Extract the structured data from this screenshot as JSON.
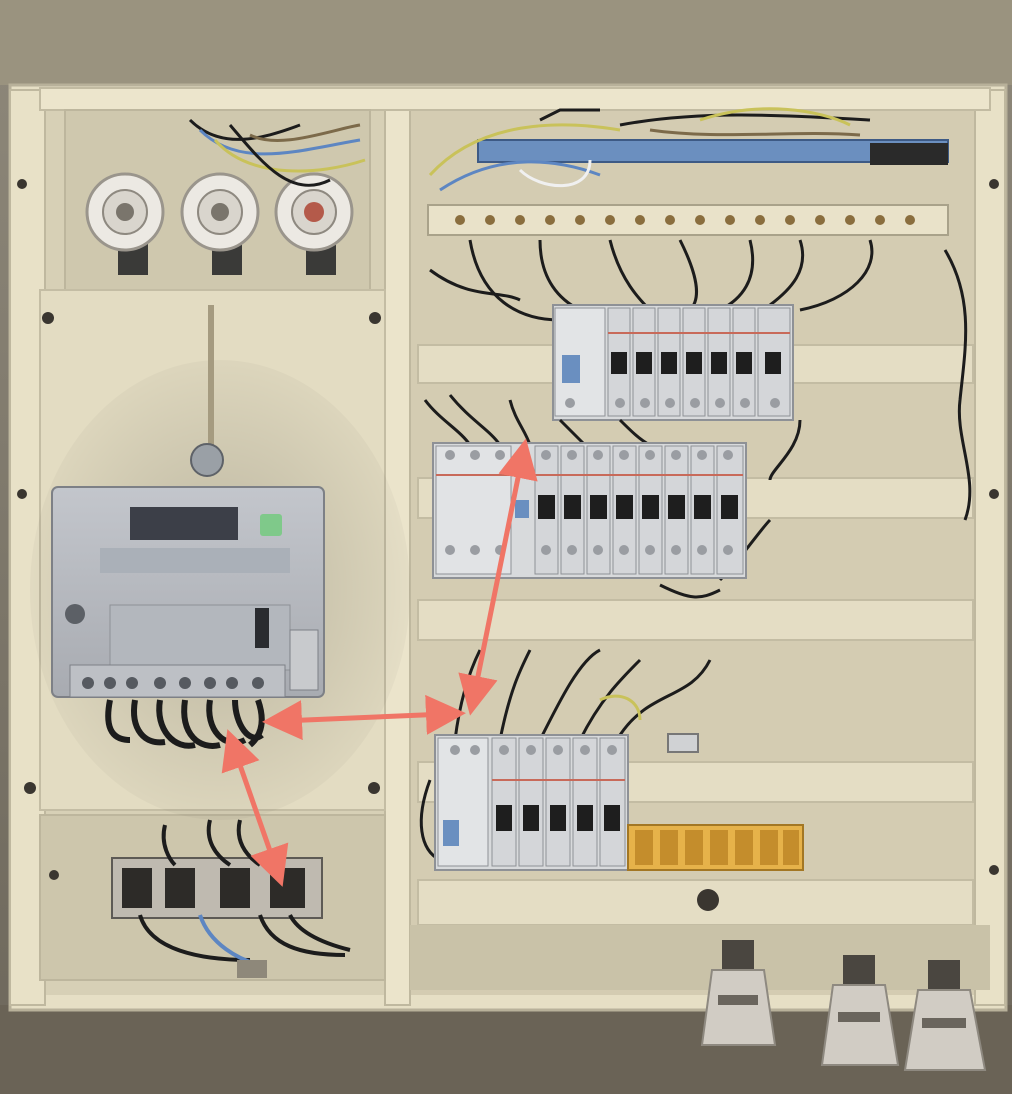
{
  "scene": {
    "description_free": true
  },
  "colors": {
    "wall": "#8a8474",
    "cabinet_frame": "#e9e2c8",
    "cabinet_back": "#d9d2b8",
    "rail": "#e4ddc4",
    "breaker_body": "#d8dadc",
    "breaker_toggle": "#1e1e1e",
    "breaker_red_stripe": "#c86a5a",
    "rcd_blue": "#6a8fc0",
    "meter_body": "#b9bcc2",
    "meter_display": "#3c3f48",
    "meter_green_led": "#7fc98a",
    "fuse_holder": "#e8e6e2",
    "insulator": "#cfcac2",
    "wire_dark": "#1c1c1c",
    "wire_blue": "#5d86c2",
    "wire_yellow": "#c9c25a",
    "terminal_yellow": "#e6b24a",
    "arrow": "#f07566"
  },
  "components": {
    "breaker_rows": [
      {
        "name": "upper-breaker-row",
        "modules": 9
      },
      {
        "name": "middle-breaker-row",
        "modules": 12
      },
      {
        "name": "lower-breaker-row",
        "modules": 8
      }
    ],
    "top_fuse_holders": 3,
    "bottom_insulators": 3,
    "yellow_terminals": 7
  },
  "arrows": [
    {
      "name": "arrow-meter-to-lower-panel"
    },
    {
      "name": "arrow-lower-panel-to-middle-row"
    },
    {
      "name": "arrow-meter-to-terminal-block"
    }
  ]
}
